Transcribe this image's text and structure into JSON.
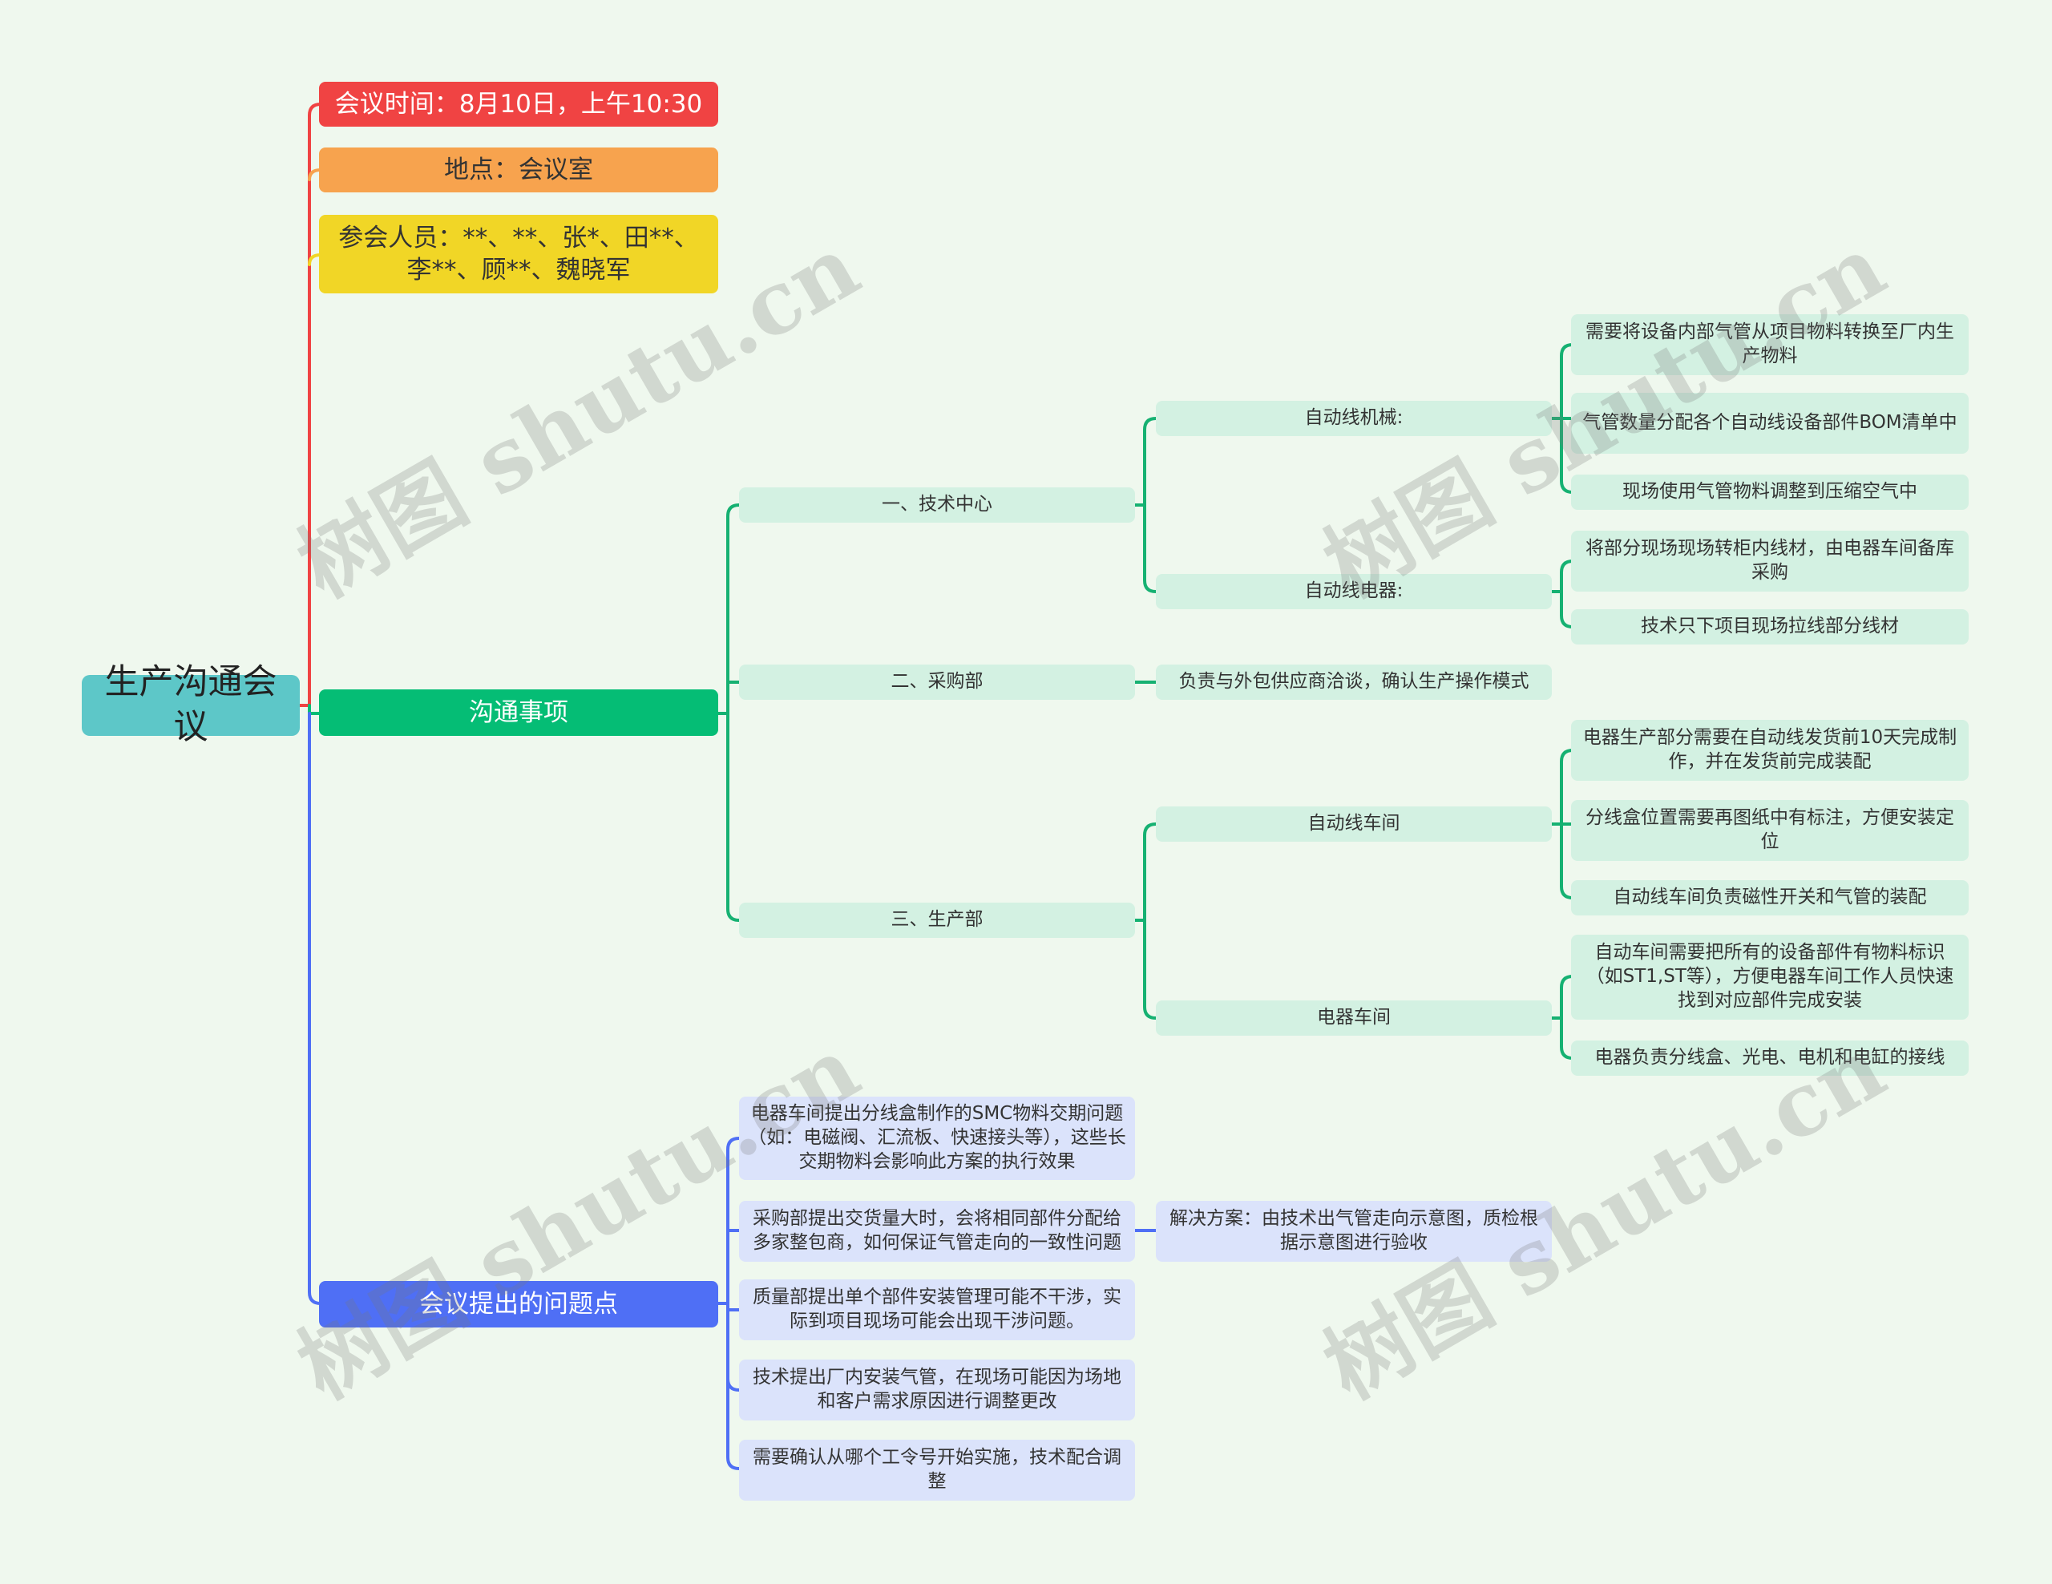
{
  "root": "生产沟通会议",
  "meta": {
    "time": "会议时间：8月10日，上午10:30",
    "place": "地点：会议室",
    "attendees": "参会人员：**、**、张*、田**、李**、顾**、魏晓军"
  },
  "comm": {
    "title": "沟通事项",
    "tech": {
      "label": "一、技术中心",
      "mech": {
        "label": "自动线机械:",
        "items": [
          "需要将设备内部气管从项目物料转换至厂内生产物料",
          "气管数量分配各个自动线设备部件BOM清单中",
          "现场使用气管物料调整到压缩空气中"
        ]
      },
      "elec": {
        "label": "自动线电器:",
        "items": [
          "将部分现场现场转柜内线材，由电器车间备库采购",
          "技术只下项目现场拉线部分线材"
        ]
      }
    },
    "purchase": {
      "label": "二、采购部",
      "item": "负责与外包供应商洽谈，确认生产操作模式"
    },
    "production": {
      "label": "三、生产部",
      "workshop": {
        "label": "自动线车间",
        "items": [
          "电器生产部分需要在自动线发货前10天完成制作，并在发货前完成装配",
          "分线盒位置需要再图纸中有标注，方便安装定位",
          "自动线车间负责磁性开关和气管的装配"
        ]
      },
      "electric": {
        "label": "电器车间",
        "items": [
          "自动车间需要把所有的设备部件有物料标识（如ST1,ST等），方便电器车间工作人员快速找到对应部件完成安装",
          "电器负责分线盒、光电、电机和电缸的接线"
        ]
      }
    }
  },
  "issues": {
    "title": "会议提出的问题点",
    "items": [
      "电器车间提出分线盒制作的SMC物料交期问题（如：电磁阀、汇流板、快速接头等），这些长交期物料会影响此方案的执行效果",
      "采购部提出交货量大时，会将相同部件分配给多家整包商，如何保证气管走向的一致性问题",
      "质量部提出单个部件安装管理可能不干涉，实际到项目现场可能会出现干涉问题。",
      "技术提出厂内安装气管，在现场可能因为场地和客户需求原因进行调整更改",
      "需要确认从哪个工令号开始实施，技术配合调整"
    ],
    "solution": "解决方案：由技术出气管走向示意图，质检根据示意图进行验收"
  },
  "watermark": "树图 shutu.cn",
  "colors": {
    "red": "#f04343",
    "orange": "#f7a34e",
    "yellow": "#f1d626",
    "green": "#05bd75",
    "blue": "#4f6ff5",
    "teal": "#5dc7c8"
  }
}
